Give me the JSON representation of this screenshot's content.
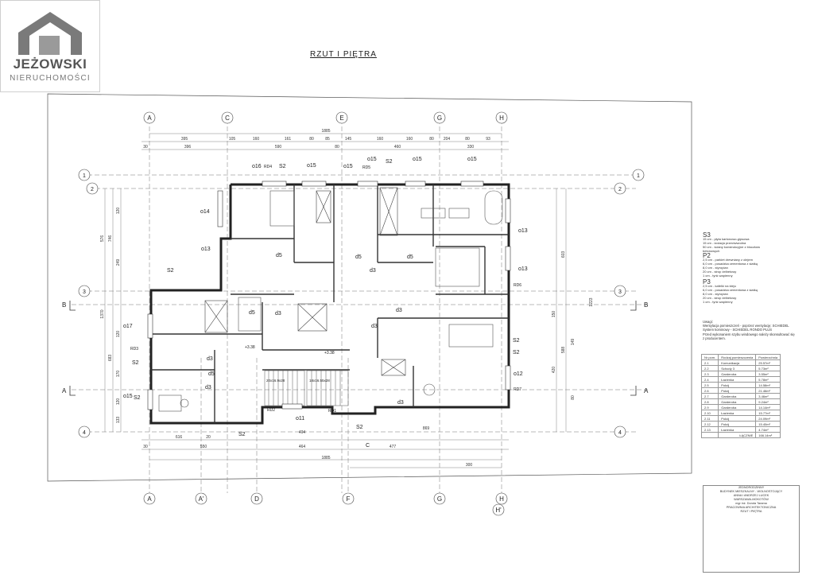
{
  "logo": {
    "brand": "JEŻOWSKI",
    "sub": "NIERUCHOMOŚCI"
  },
  "title": "RZUT I PIĘTRA",
  "axes_top": [
    "A",
    "C",
    "E",
    "G",
    "H"
  ],
  "axes_bottom": [
    "A",
    "A'",
    "D",
    "F",
    "G",
    "H",
    "H'"
  ],
  "axes_side": [
    "1",
    "2",
    "3",
    "4"
  ],
  "sections": [
    "B",
    "B",
    "A",
    "A"
  ],
  "dims_top_total": "1885",
  "dims_bottom_total": "1885",
  "dims_top_row1": [
    "395",
    "105",
    "160",
    "161",
    "80",
    "85",
    "145",
    "160",
    "160",
    "80",
    "204",
    "80",
    "93"
  ],
  "dims_top_row2": [
    "30",
    "396",
    "590",
    "80",
    "460",
    "330"
  ],
  "dims_bottom_row1": [
    "616",
    "20",
    "404",
    "869"
  ],
  "dims_bottom_row2": [
    "30",
    "550",
    "464",
    "477"
  ],
  "dims_bottom_row3": [
    "300"
  ],
  "dims_left": [
    "576",
    "1370",
    "683",
    "746",
    "120",
    "249",
    "120",
    "170",
    "120",
    "133"
  ],
  "dims_right": [
    "603",
    "1223",
    "588",
    "150",
    "420",
    "149",
    "80"
  ],
  "labels_plan": [
    "o16",
    "RD4",
    "S2",
    "o15",
    "o15",
    "o15",
    "S2",
    "o15",
    "o15",
    "RD5",
    "o14",
    "o13",
    "d5",
    "d5",
    "S2",
    "d5",
    "d3",
    "d3",
    "d3",
    "d3",
    "d3",
    "d5",
    "o17",
    "RD3",
    "S2",
    "d5",
    "d3",
    "d3",
    "S2",
    "o15",
    "RD2",
    "S2",
    "RD1",
    "o11",
    "S2",
    "C",
    "RD6",
    "o13",
    "o13",
    "S2",
    "S2",
    "o12",
    "RD7",
    "+3.38",
    "+3.38",
    "20x16.9x28",
    "18x16.55x28"
  ],
  "legend": {
    "s3": {
      "code": "S3",
      "lines": [
        "15 cm  - płyta kartonowo-gipsowa",
        "15 cm  - izolacja przeciwwodna",
        "50 cm  - ściany konstrukcyjne z bloczków betonowych"
      ]
    },
    "p2": {
      "code": "P2",
      "lines": [
        "2,5 cm - parkiet drewniany z olejem",
        "6,0 cm - posadzka cementowa z siatką",
        "8,0 cm - styropian",
        "20 cm - strop żelbetowy",
        "1 cm - tynk wapienny"
      ]
    },
    "p3": {
      "code": "P3",
      "lines": [
        "2,5 cm - kafelki na kleju",
        "6,0 cm - posadzka cementowa z siatką",
        "8,0 cm - styropian",
        "20 cm - strop żelbetowy",
        "1 cm - tynk wapienny"
      ]
    }
  },
  "notes": {
    "heading": "Uwagi:",
    "lines": [
      "Wentylacja pomieszczeń - poprzez wentylację: SCHIEDEL",
      "System kominowy - SCHIEDEL RONDO PLUS",
      "",
      "Przed wykonaniem szybu windowego należy skonsultować się",
      "z producentem."
    ]
  },
  "room_table": {
    "headers": [
      "Nr pom.",
      "Rodzaj pomieszczenia",
      "Powierzchnia"
    ],
    "rows": [
      [
        "2.1",
        "Komunikacja",
        "25.57m²"
      ],
      [
        "2.2",
        "Schody 3",
        "5.73m²"
      ],
      [
        "2.3",
        "Garderoba",
        "3.55m²"
      ],
      [
        "2.4",
        "Łazienka",
        "5.78m²"
      ],
      [
        "2.5",
        "Pokój",
        "14.58m²"
      ],
      [
        "2.6",
        "Pokój",
        "21.46m²"
      ],
      [
        "2.7",
        "Garderoba",
        "3.46m²"
      ],
      [
        "2.8",
        "Garderoba",
        "9.24m²"
      ],
      [
        "2.9",
        "Garderoba",
        "14.14m²"
      ],
      [
        "2.10",
        "Łazienka",
        "15.77m²"
      ],
      [
        "2.11",
        "Pokój",
        "24.09m²"
      ],
      [
        "2.12",
        "Pokój",
        "15.40m²"
      ],
      [
        "2.13",
        "Łazienka",
        "4.74m²"
      ]
    ],
    "total_label": "ŁĄCZNIE",
    "total_value": "166.14m²"
  },
  "titleblock": {
    "lines": [
      "JEDNORODZINNY",
      "BUDYNEK MIESZKALNY - WOLNOSTOJĄCY",
      "",
      "ANNA I ANDRZEJ LUCEK",
      "",
      "WARSZAWA-MOKOTÓW",
      "",
      "mgr inż. Dorota Tarama",
      "",
      "PRACOWNIA ARCHITEKTONICZNA",
      "",
      "RZUT I PIĘTRA"
    ]
  }
}
